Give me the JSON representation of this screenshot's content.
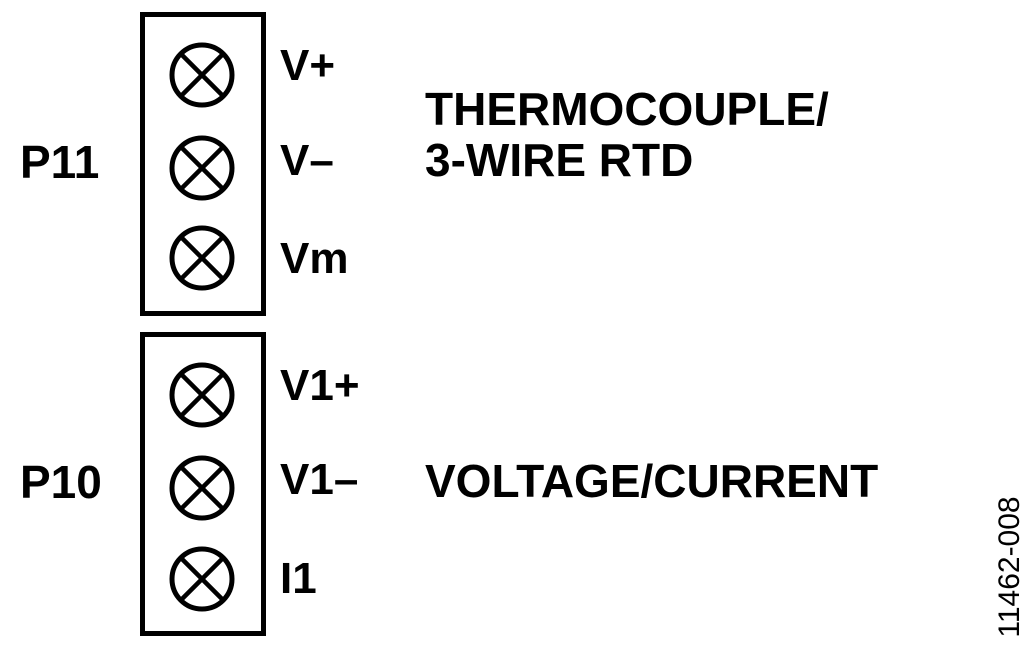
{
  "connectors": [
    {
      "name": "P11",
      "pins": [
        "V+",
        "V–",
        "Vm"
      ],
      "group_label": [
        "THERMOCOUPLE/",
        "3-WIRE RTD"
      ]
    },
    {
      "name": "P10",
      "pins": [
        "V1+",
        "V1–",
        "I1"
      ],
      "group_label": [
        "VOLTAGE/CURRENT"
      ]
    }
  ],
  "figure_id": "11462-008",
  "icons": {
    "terminal": "terminal-screw-icon"
  },
  "colors": {
    "line": "#000000",
    "background": "#ffffff"
  }
}
